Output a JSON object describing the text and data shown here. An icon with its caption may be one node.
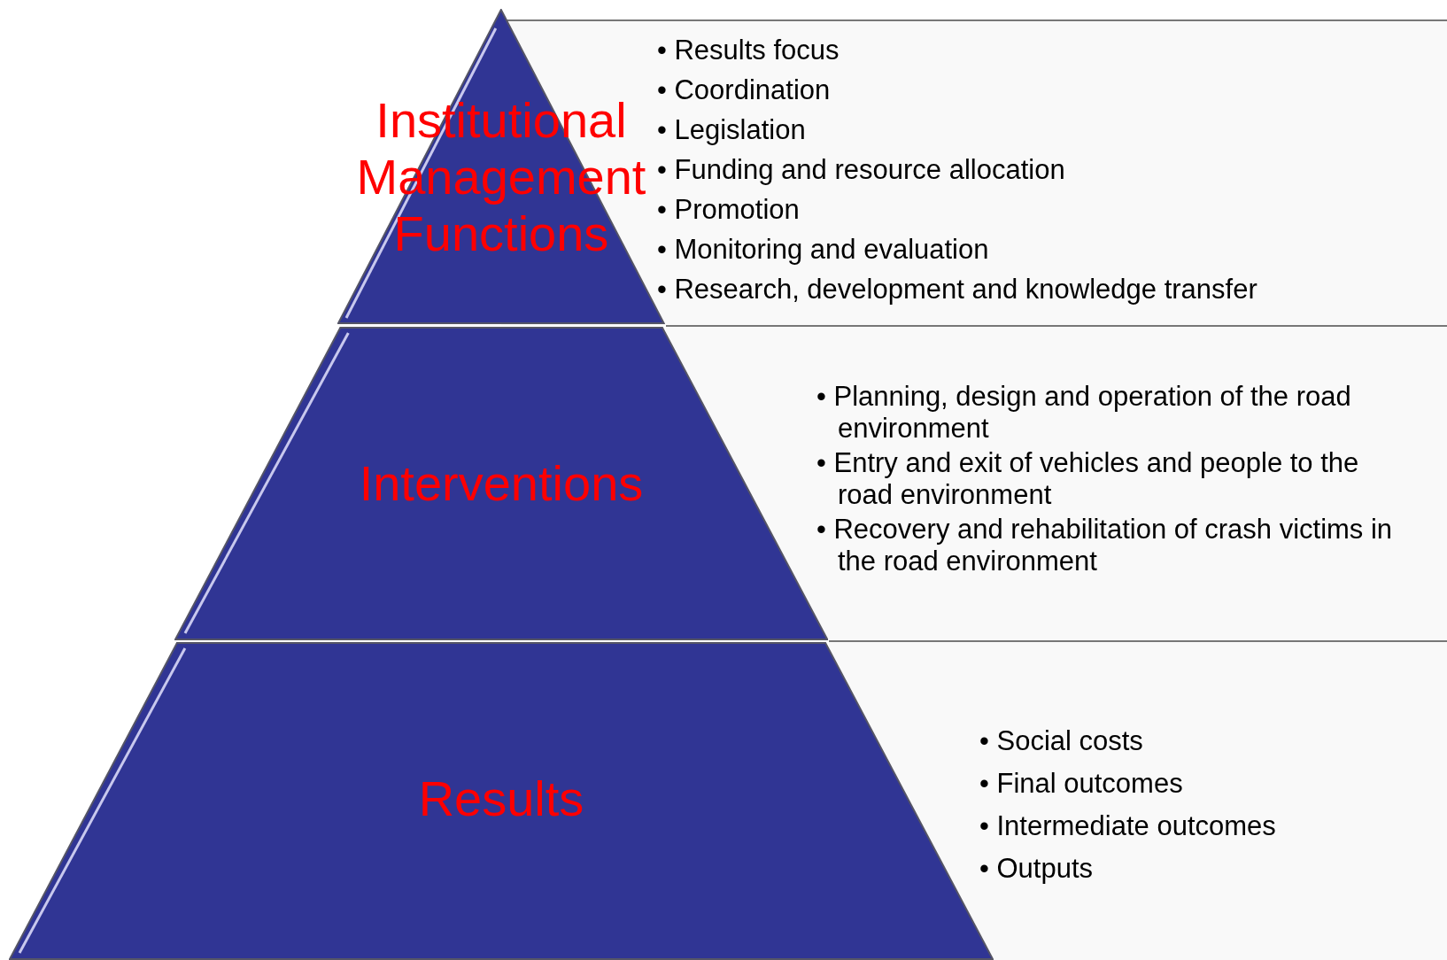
{
  "diagram": {
    "nodes": [
      {
        "text": [
          "Institutional Management Functions"
        ]
      },
      {
        "text": [
          "• Results focus",
          "• Coordination",
          "• Legislation",
          "• Funding and resource allocation",
          "• Promotion",
          "• Monitoring and evaluation",
          "• Research, development and knowledge transfer"
        ]
      },
      {
        "text": [
          "Interventions"
        ]
      },
      {
        "text": [
          "• Planning, design and operation of the road environment",
          "• Entry and exit of vehicles and people to the road environment",
          "• Recovery and rehabilitation of crash victims in the road environment"
        ]
      },
      {
        "text": [
          "Results"
        ]
      },
      {
        "text": [
          "• Social costs",
          "• Final outcomes",
          "• Intermediate outcomes",
          "• Outputs"
        ]
      }
    ]
  }
}
